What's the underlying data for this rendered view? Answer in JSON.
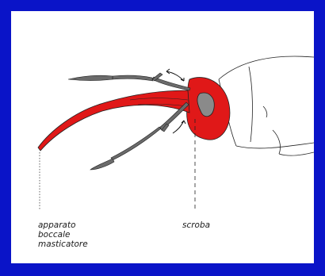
{
  "diagram": {
    "labels": {
      "apparato_line1": "apparato",
      "apparato_line2": "boccale",
      "apparato_line3": "masticatore",
      "scroba": "scroba"
    },
    "colors": {
      "frame": "#0a14c8",
      "rostrum": "#e01818",
      "antenna": "#6b6b6b",
      "scrobe_fill": "#8a8a8a",
      "outline": "#222222"
    }
  }
}
